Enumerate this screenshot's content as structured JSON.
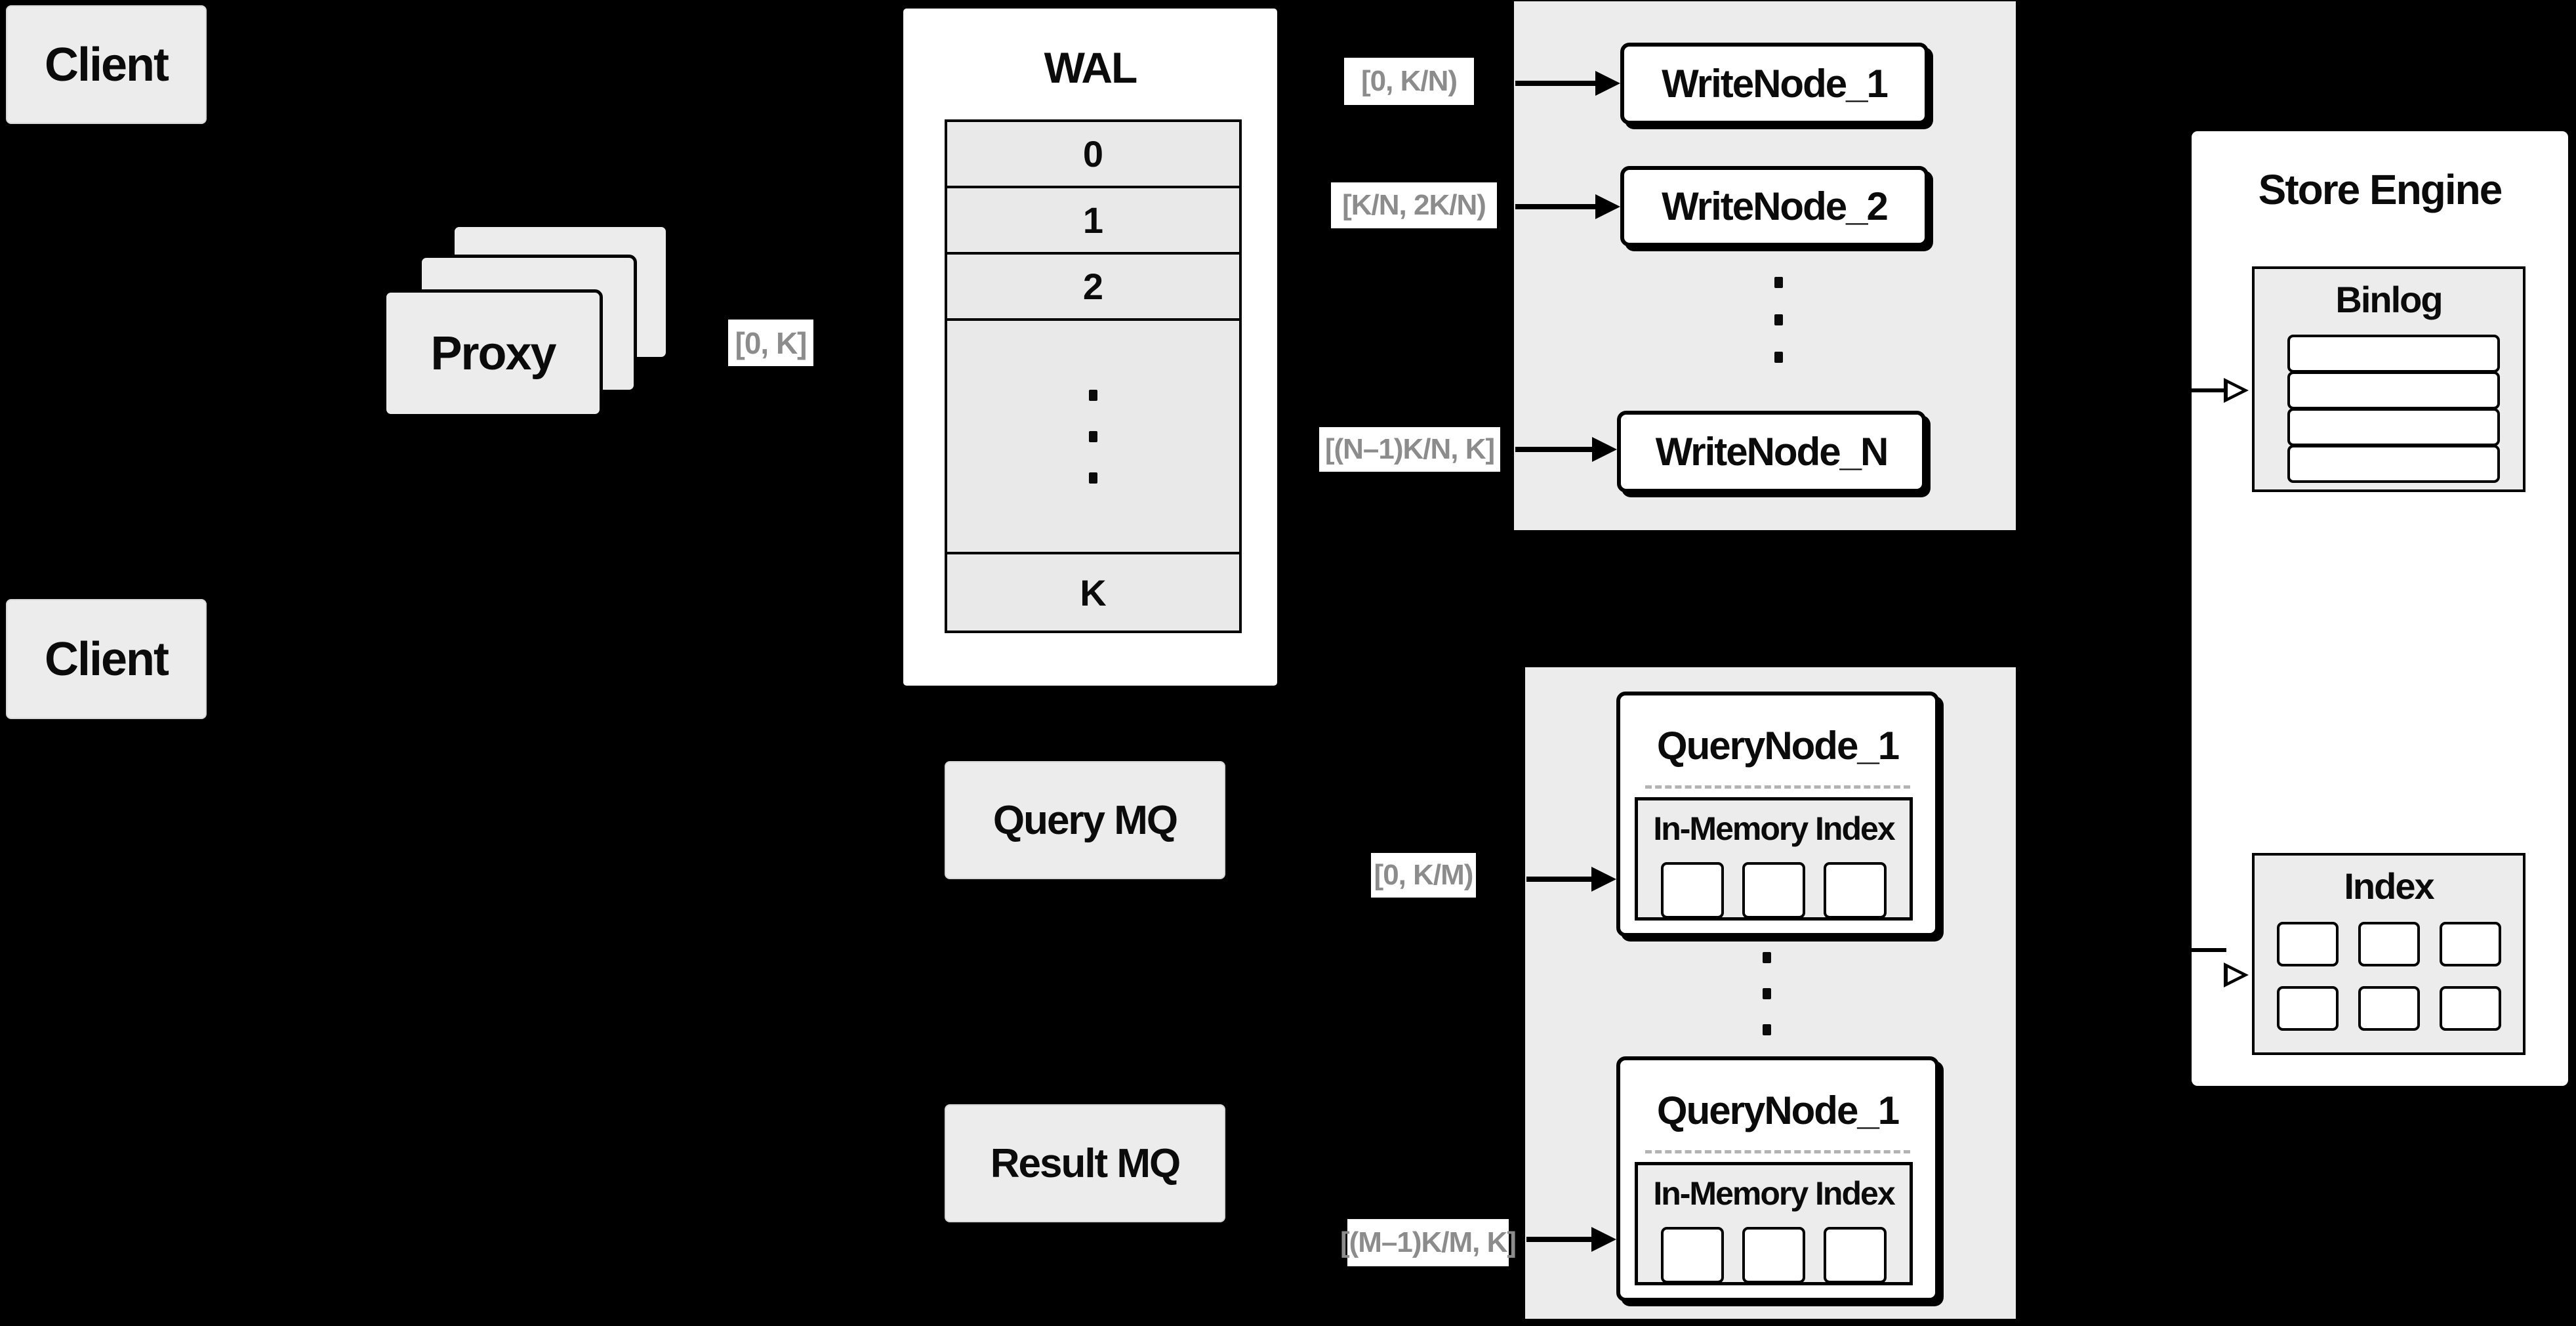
{
  "colors": {
    "background": "#000000",
    "panel_gray": "#ececec",
    "node_white": "#ffffff",
    "border_black": "#000000",
    "range_label_text": "#8c8c8c"
  },
  "clients": {
    "top_label": "Client",
    "middle_label": "Client"
  },
  "proxy": {
    "label": "Proxy",
    "range_to_wal": "[0, K]"
  },
  "wal": {
    "title": "WAL",
    "rows": [
      "0",
      "1",
      "2"
    ],
    "ellipsis_rows": "3 vertical dots",
    "last_row": "K"
  },
  "write_section": {
    "ranges": [
      "[0,  K/N)",
      "[K/N, 2K/N)",
      "[(N–1)K/N,  K]"
    ],
    "nodes": [
      "WriteNode_1",
      "WriteNode_2",
      "WriteNode_N"
    ],
    "ellipsis": "3 vertical dots between WriteNode_2 and WriteNode_N"
  },
  "query_section": {
    "query_mq_label": "Query MQ",
    "result_mq_label": "Result MQ",
    "ranges": [
      "[0, K/M)",
      "[(M–1)K/M, K]"
    ],
    "nodes": [
      {
        "title": "QueryNode_1",
        "inner_title": "In-Memory Index",
        "cells": 3
      },
      {
        "title": "QueryNode_1",
        "inner_title": "In-Memory Index",
        "cells": 3
      }
    ],
    "ellipsis": "3 vertical dots between the two QueryNodes"
  },
  "store_engine": {
    "title": "Store Engine",
    "binlog": {
      "title": "Binlog",
      "rows": 4
    },
    "index": {
      "title": "Index",
      "cells": 6
    }
  }
}
